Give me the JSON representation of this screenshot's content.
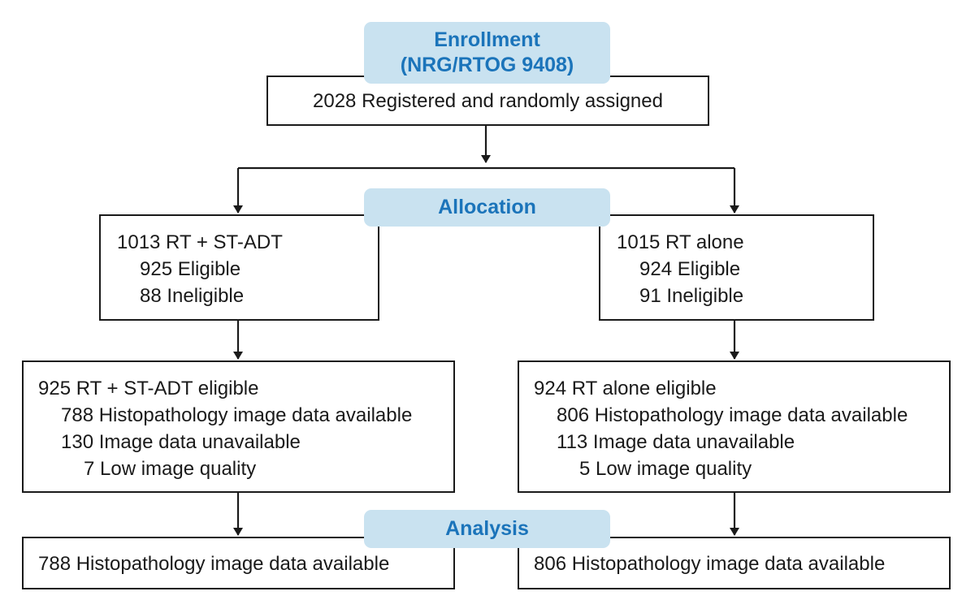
{
  "colors": {
    "pill_bg": "#c9e2f0",
    "pill_text": "#1b74ba",
    "line": "#1a1a1a"
  },
  "enrollment": {
    "title_line1": "Enrollment",
    "title_line2": "(NRG/RTOG 9408)",
    "registered": "2028 Registered and randomly assigned"
  },
  "allocation": {
    "title": "Allocation"
  },
  "analysis": {
    "title": "Analysis"
  },
  "arm_left": {
    "allocation_lines": [
      "1013 RT + ST-ADT",
      "925 Eligible",
      "88 Ineligible"
    ],
    "eligible_lines": [
      "925 RT + ST-ADT eligible",
      "788 Histopathology image data available",
      "130 Image data unavailable",
      "7 Low image quality"
    ],
    "analysis": "788 Histopathology image data available"
  },
  "arm_right": {
    "allocation_lines": [
      "1015 RT alone",
      "924 Eligible",
      "91 Ineligible"
    ],
    "eligible_lines": [
      "924 RT alone eligible",
      "806 Histopathology image data available",
      "113 Image data unavailable",
      "5 Low image quality"
    ],
    "analysis": "806 Histopathology image data available"
  }
}
